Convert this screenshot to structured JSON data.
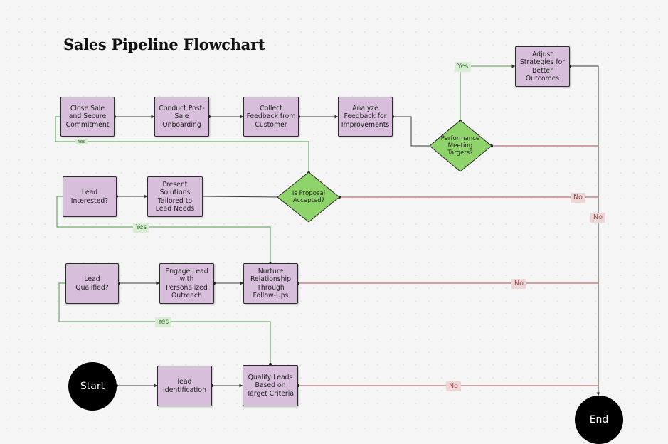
{
  "title": "Sales Pipeline Flowchart",
  "colors": {
    "process_fill": "#d7bedb",
    "decision_fill": "#8fd46a",
    "yes_line": "#4f9a4a",
    "no_line": "#b04b4b",
    "terminal_fill": "#000000"
  },
  "terminals": {
    "start": "Start",
    "end": "End"
  },
  "process": {
    "lead_identification": "lead Identification",
    "qualify_leads": "Qualify Leads Based on Target Criteria",
    "lead_qualified": "Lead Qualified?",
    "engage_lead": "Engage Lead with Personalized Outreach",
    "nurture_relationship": "Nurture Relationship Through Follow-Ups",
    "lead_interested": "Lead Interested?",
    "present_solutions": "Present Solutions Tailored to Lead Needs",
    "close_sale": "Close Sale and Secure Commitment",
    "post_sale_onboarding": "Conduct Post-Sale Onboarding",
    "collect_feedback": "Collect Feedback from Customer",
    "analyze_feedback": "Analyze Feedback for Improvements",
    "adjust_strategies": "Adjust Strategies for Better Outcomes"
  },
  "decisions": {
    "proposal_accepted": "Is Proposal Accepted?",
    "performance_targets": "Performance Meeting Targets?"
  },
  "labels": {
    "yes": "Yes",
    "no": "No"
  }
}
